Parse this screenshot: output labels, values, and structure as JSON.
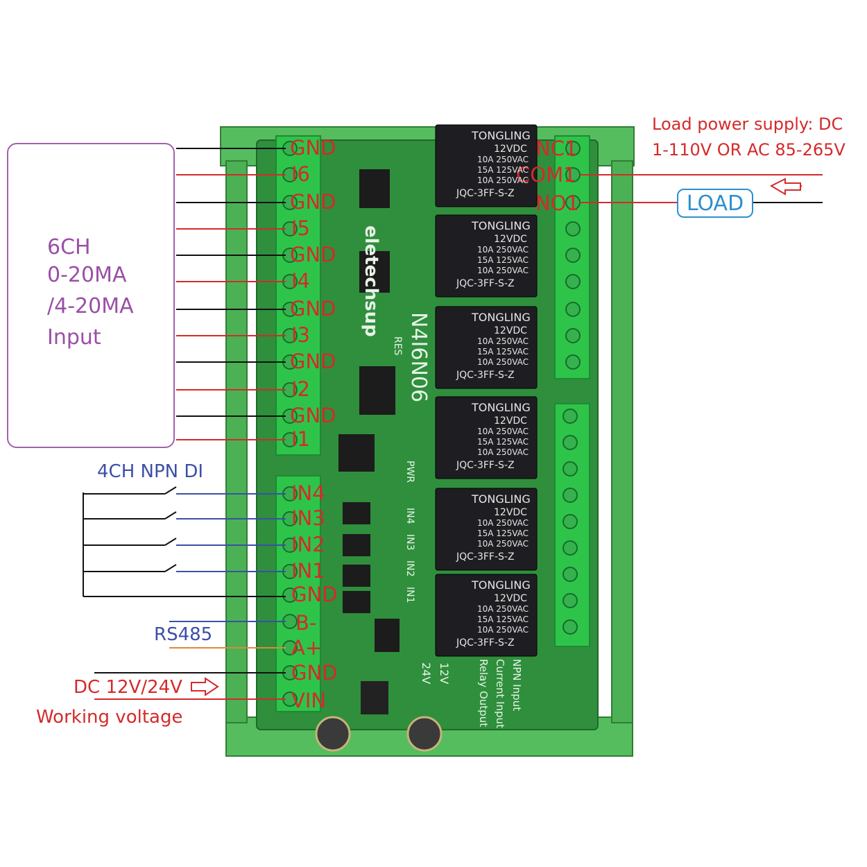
{
  "analog_block": {
    "lines": [
      "6CH",
      "0-20MA",
      "/4-20MA",
      "Input"
    ]
  },
  "power_note": {
    "line1": "Load power supply: DC",
    "line2": "1-110V OR AC 85-265V"
  },
  "load_label": "LOAD",
  "relay_terminals": [
    "NC1",
    "COM1",
    "NO1"
  ],
  "analog_terminals": [
    "GND",
    "I6",
    "GND",
    "I5",
    "GND",
    "I4",
    "GND",
    "I3",
    "GND",
    "I2",
    "GND",
    "I1"
  ],
  "di_title": "4CH NPN DI",
  "di_terminals": [
    "IN4",
    "IN3",
    "IN2",
    "IN1",
    "GND"
  ],
  "rs485_label": "RS485",
  "rs485_terminals": [
    "B-",
    "A+"
  ],
  "power_terminals": [
    "GND",
    "VIN"
  ],
  "supply_label": "DC 12V/24V",
  "working_voltage_label": "Working voltage",
  "board": {
    "brand": "eletechsup",
    "model": "N4I6N06",
    "res_label": "RES",
    "pwr_label": "PWR",
    "led_labels": [
      "IN4",
      "IN3",
      "IN2",
      "IN1"
    ],
    "voltage_marks": [
      "24V",
      "12V"
    ],
    "function_lines": [
      "NPN Input",
      "Current Input",
      "Relay Output"
    ],
    "relay": {
      "brand": "TONGLING",
      "coil": "12VDC",
      "rating1": "10A 250VAC",
      "rating2": "15A 125VAC",
      "rating3": "10A 250VAC",
      "model": "JQC-3FF-S-Z"
    }
  },
  "colors": {
    "board_green": "#2f8f3c",
    "rail_green": "#4bbf57",
    "terminal_green": "#2ec44a",
    "wire_red": "#d42a2a",
    "wire_black": "#111111",
    "wire_blue": "#3b4fa8",
    "wire_orange": "#e0883a",
    "box_purple": "#a45fb0",
    "load_blue": "#2c8fcf"
  }
}
